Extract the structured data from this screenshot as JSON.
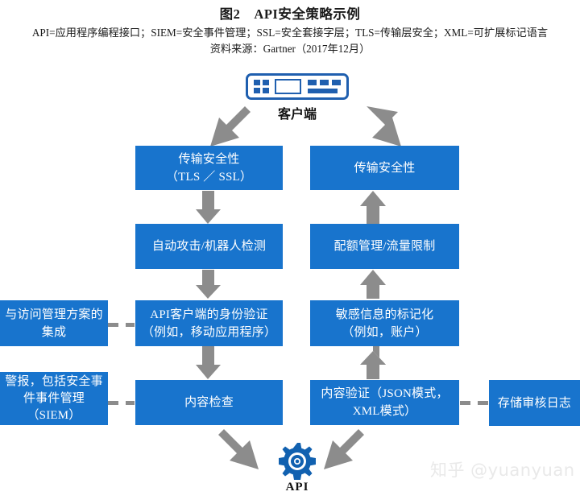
{
  "header": {
    "title": "图2　API安全策略示例",
    "abbreviations": "API=应用程序编程接口；SIEM=安全事件管理；SSL=安全套接字层；TLS=传输层安全；XML=可扩展标记语言",
    "source": "资料来源：Gartner（2017年12月）"
  },
  "nodes": {
    "client": {
      "label": "客户端",
      "icon": "client-device-icon"
    },
    "api": {
      "label": "API",
      "icon": "gear-icon"
    },
    "left_column": [
      {
        "id": "transport-security-tls-ssl",
        "label": "传输安全性\n（TLS ／ SSL）"
      },
      {
        "id": "automated-attack-bot-detection",
        "label": "自动攻击/机器人检测"
      },
      {
        "id": "api-client-authentication",
        "label": "API客户端的身份验证\n（例如，移动应用程序）"
      },
      {
        "id": "content-inspection",
        "label": "内容检查"
      }
    ],
    "right_column": [
      {
        "id": "transport-security",
        "label": "传输安全性"
      },
      {
        "id": "quota-management-rate-limiting",
        "label": "配额管理/流量限制"
      },
      {
        "id": "sensitive-data-tokenization",
        "label": "敏感信息的标记化\n（例如，账户）"
      },
      {
        "id": "content-validation",
        "label": "内容验证（JSON模式，\nXML模式）"
      }
    ],
    "side_left": [
      {
        "id": "access-management-integration",
        "label": "与访问管理方案的\n集成"
      },
      {
        "id": "alerting-siem",
        "label": "警报，包括安全事\n件事件管理\n（SIEM）"
      }
    ],
    "side_right": [
      {
        "id": "store-audit-logs",
        "label": "存储审核日志"
      }
    ]
  },
  "watermark": {
    "text": "知乎 @yuanyuan"
  },
  "colors": {
    "box_fill": "#1874CD",
    "box_text": "#ffffff",
    "arrow": "#8c8c8c",
    "icon_blue": "#1F5FAF",
    "gear_blue": "#1161B0",
    "watermark": "#e9e9e9"
  },
  "chart_data": {
    "type": "diagram",
    "title": "图2　API安全策略示例",
    "flow_direction_left": "inbound (client → API)",
    "flow_direction_right": "outbound (API → client)",
    "edges": [
      {
        "from": "client",
        "to": "transport-security-tls-ssl",
        "style": "solid-arrow"
      },
      {
        "from": "transport-security-tls-ssl",
        "to": "automated-attack-bot-detection",
        "style": "solid-arrow"
      },
      {
        "from": "automated-attack-bot-detection",
        "to": "api-client-authentication",
        "style": "solid-arrow"
      },
      {
        "from": "api-client-authentication",
        "to": "content-inspection",
        "style": "solid-arrow"
      },
      {
        "from": "content-inspection",
        "to": "api",
        "style": "solid-arrow"
      },
      {
        "from": "api",
        "to": "content-validation",
        "style": "solid-arrow"
      },
      {
        "from": "content-validation",
        "to": "sensitive-data-tokenization",
        "style": "solid-arrow"
      },
      {
        "from": "sensitive-data-tokenization",
        "to": "quota-management-rate-limiting",
        "style": "solid-arrow"
      },
      {
        "from": "quota-management-rate-limiting",
        "to": "transport-security",
        "style": "solid-arrow"
      },
      {
        "from": "transport-security",
        "to": "client",
        "style": "solid-arrow"
      },
      {
        "from": "access-management-integration",
        "to": "api-client-authentication",
        "style": "dashed"
      },
      {
        "from": "alerting-siem",
        "to": "content-inspection",
        "style": "dashed"
      },
      {
        "from": "content-validation",
        "to": "store-audit-logs",
        "style": "dashed"
      }
    ]
  }
}
